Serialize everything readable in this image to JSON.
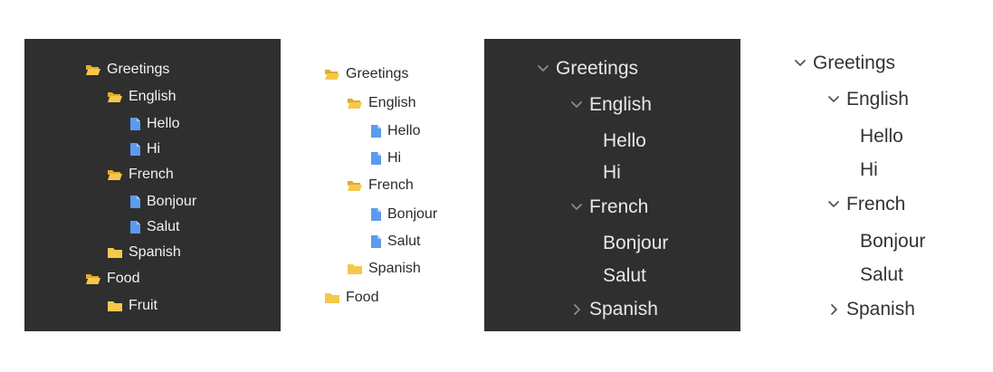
{
  "colors": {
    "dark_bg": "#2f2f2f",
    "folder": "#f5c84c",
    "file": "#5b9bf0",
    "dark_text": "#f2f2f2",
    "light_text": "#2b2b2b",
    "chevron_dark": "#8a8a8a",
    "chevron_light": "#555555"
  },
  "trees": [
    {
      "theme": "dark",
      "style": "icons",
      "items": [
        {
          "label": "Greetings",
          "icon": "folder-open-icon",
          "depth": 0
        },
        {
          "label": "English",
          "icon": "folder-open-icon",
          "depth": 1
        },
        {
          "label": "Hello",
          "icon": "file-icon",
          "depth": 2
        },
        {
          "label": "Hi",
          "icon": "file-icon",
          "depth": 2
        },
        {
          "label": "French",
          "icon": "folder-open-icon",
          "depth": 1
        },
        {
          "label": "Bonjour",
          "icon": "file-icon",
          "depth": 2
        },
        {
          "label": "Salut",
          "icon": "file-icon",
          "depth": 2
        },
        {
          "label": "Spanish",
          "icon": "folder-closed-icon",
          "depth": 1
        },
        {
          "label": "Food",
          "icon": "folder-open-icon",
          "depth": 0
        },
        {
          "label": "Fruit",
          "icon": "folder-closed-icon",
          "depth": 1
        }
      ]
    },
    {
      "theme": "light",
      "style": "icons",
      "items": [
        {
          "label": "Greetings",
          "icon": "folder-open-icon",
          "depth": 0
        },
        {
          "label": "English",
          "icon": "folder-open-icon",
          "depth": 1
        },
        {
          "label": "Hello",
          "icon": "file-icon",
          "depth": 2
        },
        {
          "label": "Hi",
          "icon": "file-icon",
          "depth": 2
        },
        {
          "label": "French",
          "icon": "folder-open-icon",
          "depth": 1
        },
        {
          "label": "Bonjour",
          "icon": "file-icon",
          "depth": 2
        },
        {
          "label": "Salut",
          "icon": "file-icon",
          "depth": 2
        },
        {
          "label": "Spanish",
          "icon": "folder-closed-icon",
          "depth": 1
        },
        {
          "label": "Food",
          "icon": "folder-closed-icon",
          "depth": 0
        }
      ]
    },
    {
      "theme": "dark",
      "style": "chevrons",
      "items": [
        {
          "label": "Greetings",
          "icon": "chevron-down-icon",
          "depth": 0
        },
        {
          "label": "English",
          "icon": "chevron-down-icon",
          "depth": 1
        },
        {
          "label": "Hello",
          "icon": "",
          "depth": 2
        },
        {
          "label": "Hi",
          "icon": "",
          "depth": 2
        },
        {
          "label": "French",
          "icon": "chevron-down-icon",
          "depth": 1
        },
        {
          "label": "Bonjour",
          "icon": "",
          "depth": 2
        },
        {
          "label": "Salut",
          "icon": "",
          "depth": 2
        },
        {
          "label": "Spanish",
          "icon": "chevron-right-icon",
          "depth": 1
        }
      ]
    },
    {
      "theme": "light",
      "style": "chevrons",
      "items": [
        {
          "label": "Greetings",
          "icon": "chevron-down-icon",
          "depth": 0
        },
        {
          "label": "English",
          "icon": "chevron-down-icon",
          "depth": 1
        },
        {
          "label": "Hello",
          "icon": "",
          "depth": 2
        },
        {
          "label": "Hi",
          "icon": "",
          "depth": 2
        },
        {
          "label": "French",
          "icon": "chevron-down-icon",
          "depth": 1
        },
        {
          "label": "Bonjour",
          "icon": "",
          "depth": 2
        },
        {
          "label": "Salut",
          "icon": "",
          "depth": 2
        },
        {
          "label": "Spanish",
          "icon": "chevron-right-icon",
          "depth": 1
        }
      ]
    }
  ]
}
